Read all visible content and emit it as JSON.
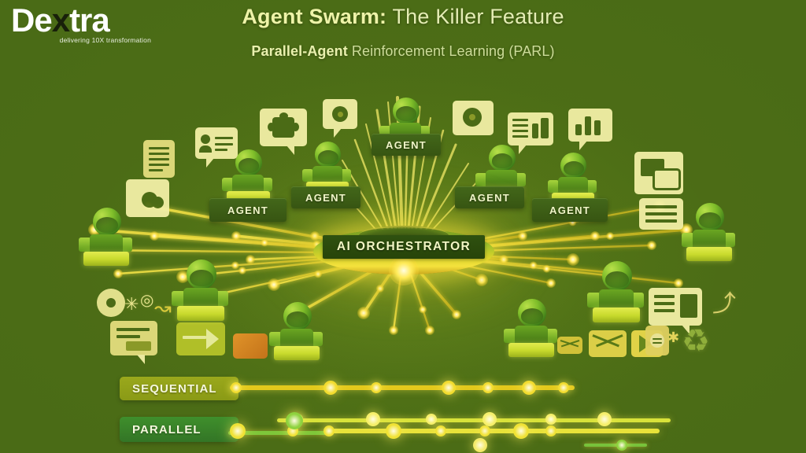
{
  "brand": {
    "name_part1": "De",
    "name_x": "x",
    "name_part2": "tra",
    "full_name": "Dextra",
    "tagline": "delivering 10X transformation",
    "logo_color": "#ffffff",
    "x_color": "#18200a"
  },
  "header": {
    "title_bold": "Agent Swarm:",
    "title_light": " The Killer Feature",
    "subtitle_bold": "Parallel-Agent",
    "subtitle_light": " Reinforcement Learning (PARL)",
    "title_color": "#eef3a8",
    "subtitle_color": "#cddc9a"
  },
  "canvas": {
    "background_color": "#4a6b16",
    "accent_gold": "#f5e23d",
    "accent_green": "#8fc93a"
  },
  "hub": {
    "label": "AI ORCHESTRATOR",
    "label_color": "#f2f6c4",
    "glow_color": "#f5e23d"
  },
  "agents": [
    {
      "label": "AGENT",
      "position": "top-center"
    },
    {
      "label": "AGENT",
      "position": "upper-left"
    },
    {
      "label": "AGENT",
      "position": "left"
    },
    {
      "label": "AGENT",
      "position": "upper-right"
    },
    {
      "label": "AGENT",
      "position": "right"
    }
  ],
  "comparison": {
    "rows": [
      {
        "label": "SEQUENTIAL",
        "badge_color": "#8a9a16",
        "track_color": "#e3c91c",
        "node_count": 5
      },
      {
        "label": "PARALLEL",
        "badge_color": "#337526",
        "track_color": "#e8e23a",
        "node_count": 9
      }
    ]
  },
  "decor": {
    "icons": [
      "document-icon",
      "chat-bubble-icon",
      "gears-icon",
      "puzzle-piece-icon",
      "settings-gear-icon",
      "list-bubble-icon",
      "bar-chart-bubble-icon",
      "window-card-icon",
      "lines-card-icon",
      "envelope-icon",
      "send-icon",
      "recycle-icon",
      "arrow-icon",
      "sparkle-icon"
    ]
  }
}
